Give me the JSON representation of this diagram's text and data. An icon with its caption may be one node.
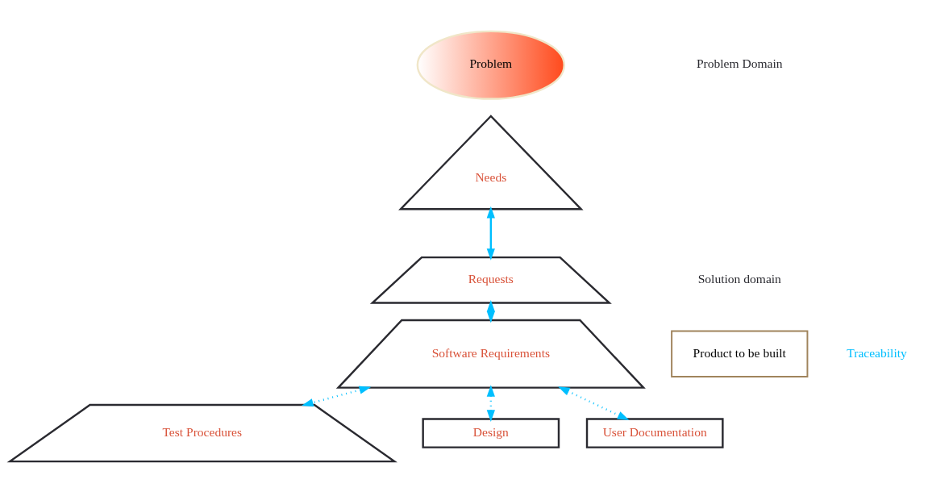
{
  "diagram": {
    "nodes": [
      {
        "text": [
          "Problem"
        ]
      },
      {
        "text": [
          "Needs"
        ]
      },
      {
        "text": [
          "Requests"
        ]
      },
      {
        "text": [
          "Software Requirements"
        ]
      },
      {
        "text": [
          "Test Procedures"
        ]
      },
      {
        "text": [
          "Product to be built"
        ]
      },
      {
        "text": [
          "Design"
        ]
      },
      {
        "text": [
          "User Documentation"
        ]
      }
    ],
    "edges": [
      {
        "from": 1,
        "to": 2,
        "arrow": "both"
      },
      {
        "from": 2,
        "to": 3,
        "arrow": "both"
      },
      {
        "from": 3,
        "to": 4,
        "arrow": "both",
        "style": "dashed"
      },
      {
        "from": 3,
        "to": 6,
        "arrow": "both",
        "style": "dashed"
      },
      {
        "from": 3,
        "to": 7,
        "arrow": "both",
        "style": "dashed"
      }
    ],
    "labels": [
      "Problem Domain",
      "Solution domain",
      "Traceability"
    ]
  }
}
